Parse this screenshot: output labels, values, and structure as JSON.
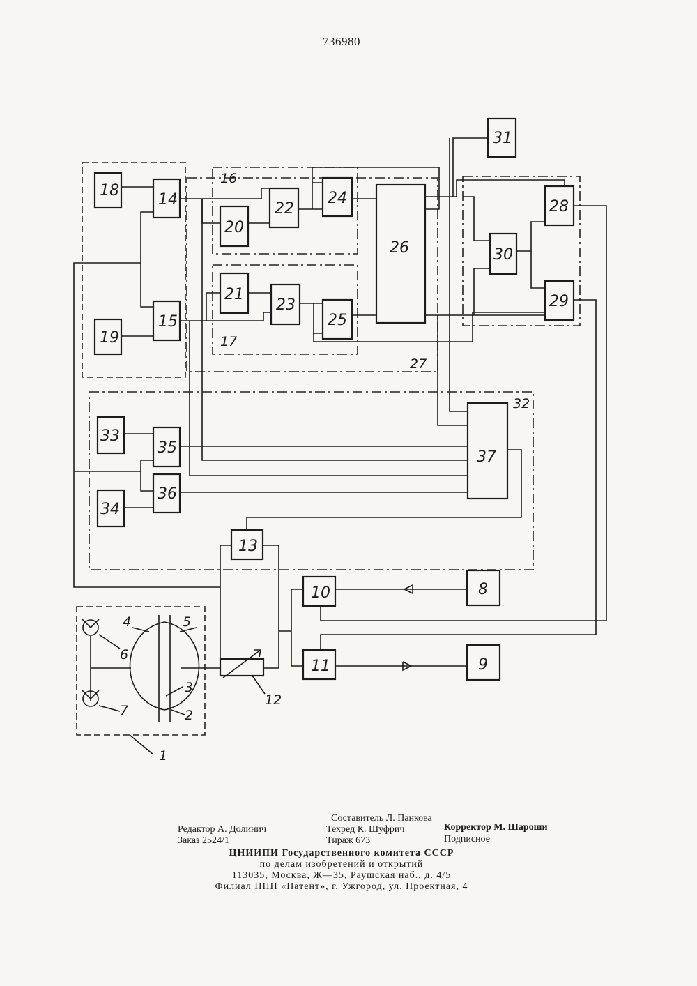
{
  "page": {
    "number": "736980"
  },
  "diagram": {
    "blocks": {
      "b8": "8",
      "b9": "9",
      "b10": "10",
      "b11": "11",
      "b13": "13",
      "b14": "14",
      "b15": "15",
      "b18": "18",
      "b19": "19",
      "b20": "20",
      "b21": "21",
      "b22": "22",
      "b23": "23",
      "b24": "24",
      "b25": "25",
      "b26": "26",
      "b28": "28",
      "b29": "29",
      "b30": "30",
      "b31": "31",
      "b33": "33",
      "b34": "34",
      "b35": "35",
      "b36": "36",
      "b37": "37"
    },
    "labels": {
      "l1": "1",
      "l2": "2",
      "l3": "3",
      "l4": "4",
      "l5": "5",
      "l6": "6",
      "l7": "7",
      "l12": "12",
      "l16": "16",
      "l17": "17",
      "l27": "27",
      "l32": "32"
    }
  },
  "imprint": {
    "compiler": "Составитель Л. Панкова",
    "editor": "Редактор А. Долинич",
    "techeditor": "Техред К. Шуфрич",
    "corrector": "Корректор М. Шароши",
    "order": "Заказ 2524/1",
    "circulation": "Тираж 673",
    "subscription": "Подписное",
    "org_line1": "ЦНИИПИ Государственного комитета СССР",
    "org_line2": "по делам изобретений и открытий",
    "org_line3": "113035, Москва, Ж—35, Раушская наб., д. 4/5",
    "branch": "Филиал ППП «Патент», г. Ужгород, ул. Проектная, 4"
  }
}
